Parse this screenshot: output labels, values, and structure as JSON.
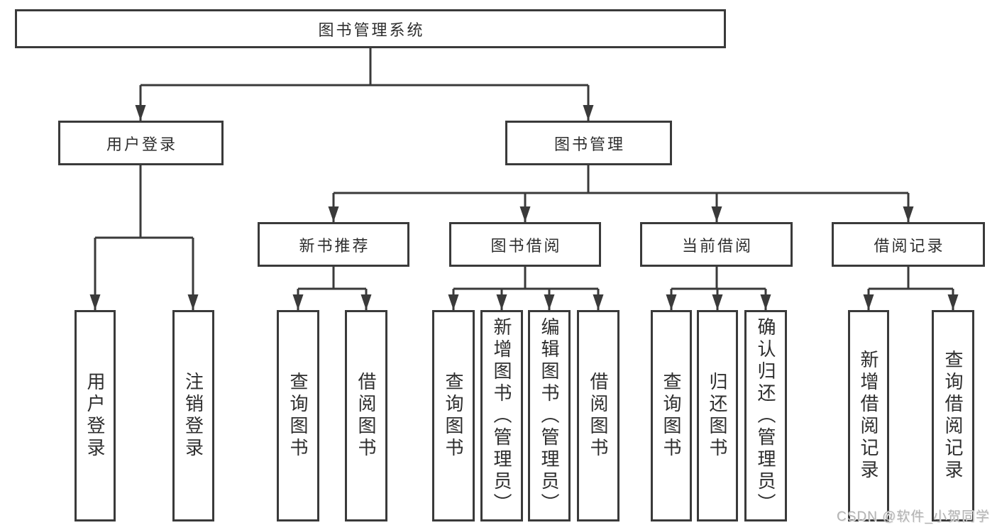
{
  "tree": {
    "root": {
      "label": "图书管理系统"
    },
    "branches": [
      {
        "label": "用户登录",
        "children": [
          {
            "label": "用户登录"
          },
          {
            "label": "注销登录"
          }
        ]
      },
      {
        "label": "图书管理",
        "children": [
          {
            "label": "新书推荐",
            "children": [
              {
                "label": "查询图书"
              },
              {
                "label": "借阅图书"
              }
            ]
          },
          {
            "label": "图书借阅",
            "children": [
              {
                "label": "查询图书"
              },
              {
                "label": "新增图书（管理员）"
              },
              {
                "label": "编辑图书（管理员）"
              },
              {
                "label": "借阅图书"
              }
            ]
          },
          {
            "label": "当前借阅",
            "children": [
              {
                "label": "查询图书"
              },
              {
                "label": "归还图书"
              },
              {
                "label": "确认归还（管理员）"
              }
            ]
          },
          {
            "label": "借阅记录",
            "children": [
              {
                "label": "新增借阅记录"
              },
              {
                "label": "查询借阅记录"
              }
            ]
          }
        ]
      }
    ]
  },
  "watermark": "CSDN @软件_小贺同学",
  "colors": {
    "line": "#3a3a3a",
    "text": "#2e2e2e",
    "background": "#ffffff",
    "watermark": "#b3b3b3"
  }
}
